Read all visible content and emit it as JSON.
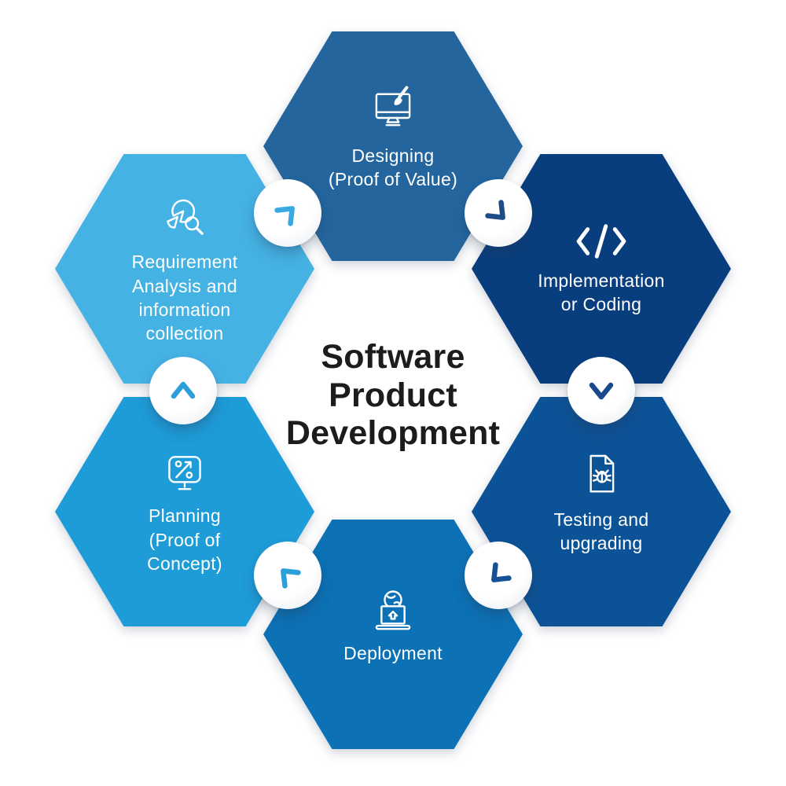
{
  "title": {
    "text": "Software\nProduct\nDevelopment",
    "full": "Software Product Development",
    "color": "#1c1c1c"
  },
  "stages": [
    {
      "name": "Requirement Analysis and information collection",
      "label": "Requirement\nAnalysis and\ninformation\ncollection",
      "color": "#45B2E4",
      "icon": "pie-chart-magnifier-icon"
    },
    {
      "name": "Designing (Proof of Value)",
      "label": "Designing\n(Proof of Value)",
      "color": "#24659E",
      "icon": "monitor-paintbrush-icon"
    },
    {
      "name": "Implementation or Coding",
      "label": "Implementation\nor Coding",
      "color": "#093E7E",
      "icon": "code-brackets-icon"
    },
    {
      "name": "Testing and upgrading",
      "label": "Testing and\nupgrading",
      "color": "#0C5296",
      "icon": "bug-document-icon"
    },
    {
      "name": "Deployment",
      "label": "Deployment",
      "color": "#0C71B5",
      "icon": "laptop-globe-upload-icon"
    },
    {
      "name": "Planning (Proof of Concept)",
      "label": "Planning\n(Proof of\nConcept)",
      "color": "#1E9CD8",
      "icon": "percent-growth-monitor-icon"
    }
  ],
  "connectors": [
    {
      "id": "requirement-to-designing",
      "direction": "northeast",
      "color": "#3BA9E1"
    },
    {
      "id": "designing-to-implementation",
      "direction": "southeast",
      "color": "#1E4C86"
    },
    {
      "id": "implementation-to-testing",
      "direction": "south",
      "color": "#17498C"
    },
    {
      "id": "testing-to-deployment",
      "direction": "southwest",
      "color": "#155295"
    },
    {
      "id": "deployment-to-planning",
      "direction": "northwest",
      "color": "#2B9FD9"
    },
    {
      "id": "planning-to-requirement",
      "direction": "north",
      "color": "#2C9FD9"
    }
  ],
  "icon_stroke_color": "#ffffff",
  "background_color": "#ffffff"
}
